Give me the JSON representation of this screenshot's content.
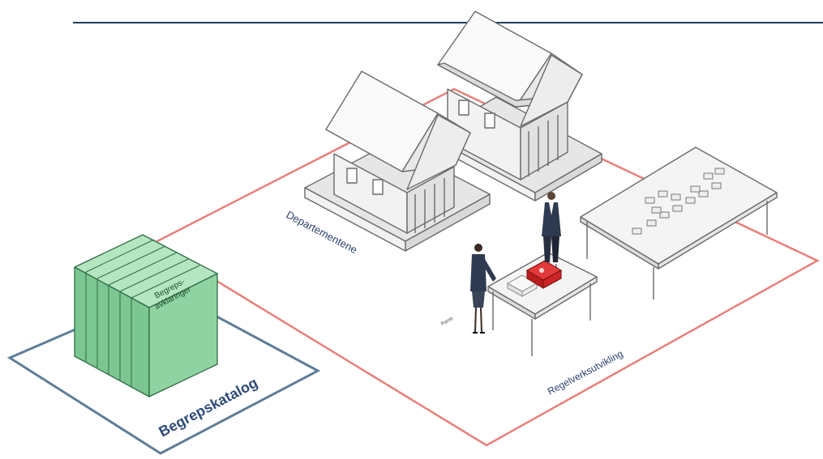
{
  "labels": {
    "departementene": "Departementene",
    "regelverksutvikling": "Regelverksutvikling",
    "begrepskatalog": "Begrepskatalog",
    "begrepsavklaringer_line1": "Begreps-",
    "begrepsavklaringer_line2": "avklaringer",
    "small_note": "Ramb"
  },
  "colors": {
    "header_line": "#1f3f63",
    "zone_border": "#e8807a",
    "catalog_border": "#5f7d99",
    "catalog_text": "#2d4a78",
    "book_green": "#8fd3a3",
    "book_green_dark": "#5fae78",
    "book_red": "#cc1f1f",
    "label_text": "#2b3f6b"
  },
  "icons": [
    "building-icon",
    "person-icon",
    "table-icon",
    "book-stack-icon",
    "law-book-icon"
  ]
}
